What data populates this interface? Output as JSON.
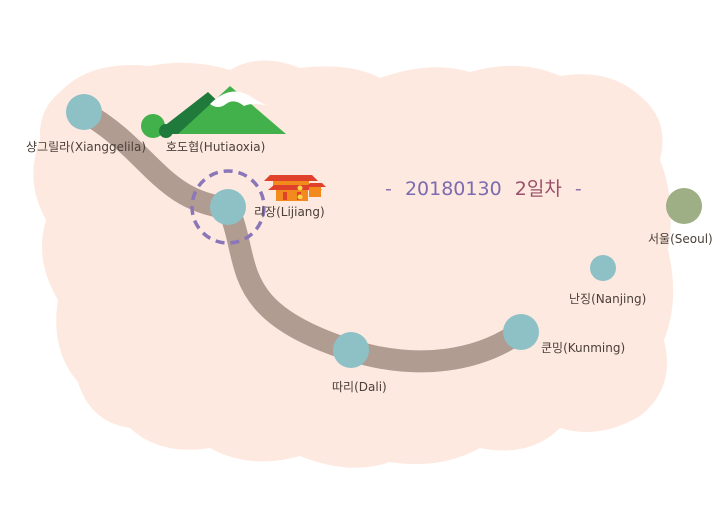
{
  "title": {
    "dash_left": "-",
    "date": "20180130",
    "day": "2일차",
    "dash_right": "-"
  },
  "places": {
    "shangrila": "샹그릴라(Xianggelila)",
    "hutiaoxia": "호도협(Hutiaoxia)",
    "lijiang": "리장(Lijiang)",
    "dali": "따리(Dali)",
    "kunming": "쿤밍(Kunming)",
    "nanjing": "난징(Nanjing)",
    "seoul": "서울(Seoul)"
  },
  "colors": {
    "land": "#fde9df",
    "route": "#b09c91",
    "node": "#8dc1c6",
    "seoul_node": "#9eae85",
    "highlight_ring": "#8a76b8",
    "mountain_dark": "#1f7a3b",
    "mountain_light": "#43b14b"
  },
  "icons": {
    "mountain": "mountain-icon",
    "pagoda": "pagoda-icon"
  }
}
